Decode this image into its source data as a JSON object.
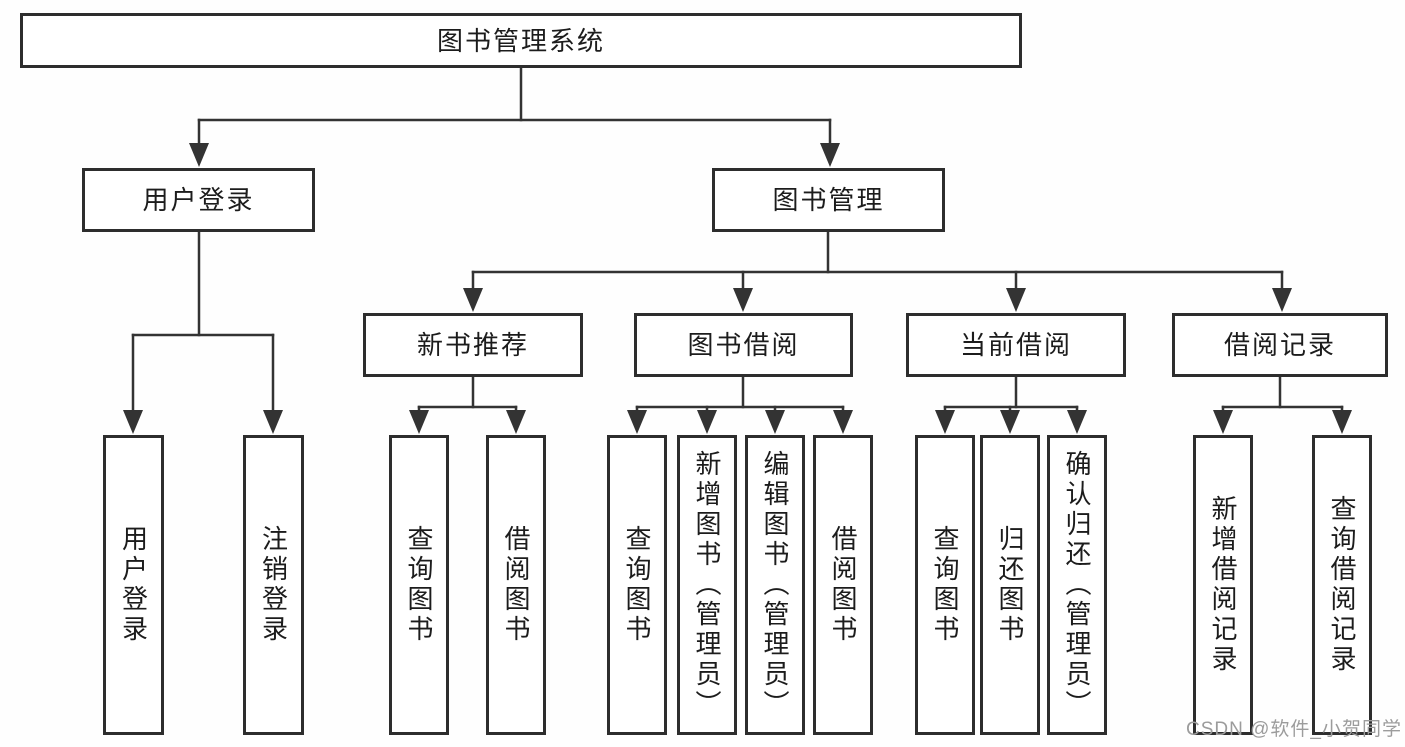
{
  "diagram": {
    "title": "图书管理系统",
    "level2": {
      "user_login": "用户登录",
      "book_mgmt": "图书管理"
    },
    "level3": {
      "new_books": "新书推荐",
      "borrowing": "图书借阅",
      "current": "当前借阅",
      "records": "借阅记录"
    },
    "leaves": {
      "user_login": "用户登录",
      "logout": "注销登录",
      "nb_query": "查询图书",
      "nb_borrow": "借阅图书",
      "bb_query": "查询图书",
      "bb_add": "新增图书（管理员）",
      "bb_edit": "编辑图书（管理员）",
      "bb_borrow": "借阅图书",
      "cb_query": "查询图书",
      "cb_return": "归还图书",
      "cb_confirm": "确认归还（管理员）",
      "br_add": "新增借阅记录",
      "br_query": "查询借阅记录"
    },
    "hierarchy": {
      "图书管理系统": {
        "用户登录": [
          "用户登录",
          "注销登录"
        ],
        "图书管理": {
          "新书推荐": [
            "查询图书",
            "借阅图书"
          ],
          "图书借阅": [
            "查询图书",
            "新增图书（管理员）",
            "编辑图书（管理员）",
            "借阅图书"
          ],
          "当前借阅": [
            "查询图书",
            "归还图书",
            "确认归还（管理员）"
          ],
          "借阅记录": [
            "新增借阅记录",
            "查询借阅记录"
          ]
        }
      }
    },
    "watermark": "CSDN @软件_小贺同学",
    "colors": {
      "line": "#333333",
      "box_border": "#2d2d2d",
      "text": "#1c1c1c",
      "watermark": "#9c9c9c",
      "background": "#fefefe"
    }
  }
}
